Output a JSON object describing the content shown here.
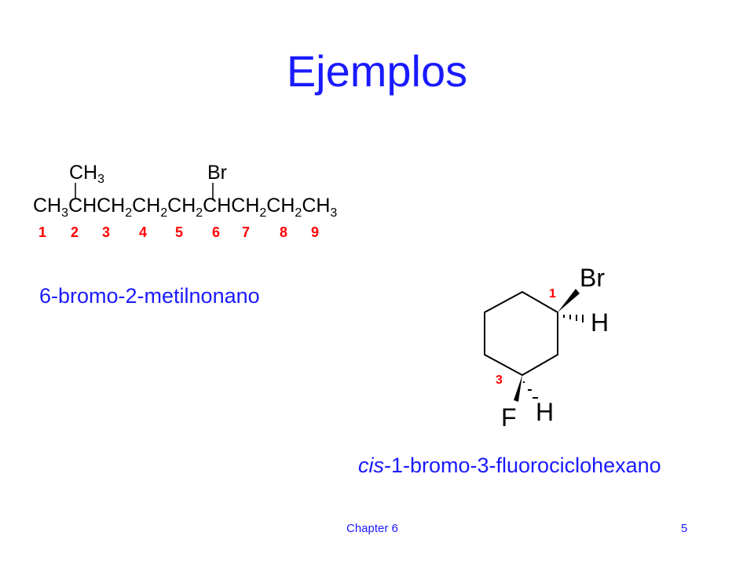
{
  "slide": {
    "title": "Ejemplos",
    "footer_left": "Chapter 6",
    "footer_right": "5"
  },
  "molecule1": {
    "branch_top": {
      "ch": "CH",
      "sub": "3"
    },
    "branch_br": "Br",
    "chain": [
      {
        "t": "CH",
        "s": "3"
      },
      {
        "t": "CH",
        "s": ""
      },
      {
        "t": "CH",
        "s": "2"
      },
      {
        "t": "CH",
        "s": "2"
      },
      {
        "t": "CH",
        "s": "2"
      },
      {
        "t": "CH",
        "s": ""
      },
      {
        "t": "CH",
        "s": "2"
      },
      {
        "t": "CH",
        "s": "2"
      },
      {
        "t": "CH",
        "s": "3"
      }
    ],
    "numbers": [
      "1",
      "2",
      "3",
      "4",
      "5",
      "6",
      "7",
      "8",
      "9"
    ],
    "name": "6-bromo-2-metilnonano"
  },
  "molecule2": {
    "label_br": "Br",
    "label_h_top": "H",
    "label_f": "F",
    "label_h_bottom": "H",
    "num_1": "1",
    "num_3": "3",
    "name_prefix": "cis",
    "name_rest": "-1-bromo-3-fluorociclohexano"
  },
  "colors": {
    "blue": "#1a1aff",
    "red": "#ff0000",
    "black": "#000000"
  }
}
